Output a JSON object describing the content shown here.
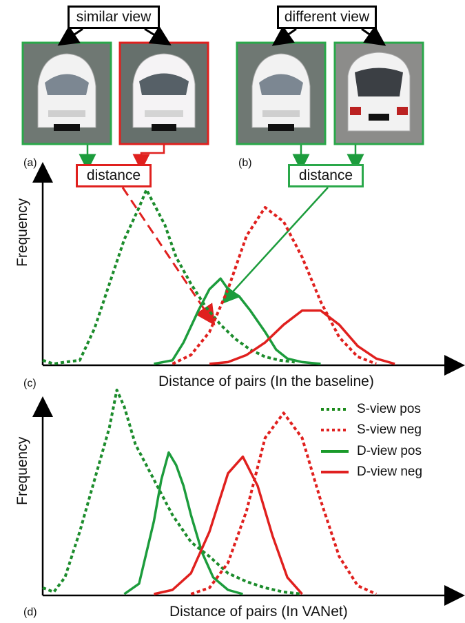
{
  "panel_top": {
    "similar_view_label": "similar view",
    "different_view_label": "different view",
    "distance_label_a": "distance",
    "distance_label_b": "distance",
    "tag_a": "(a)",
    "tag_b": "(b)"
  },
  "chart_c": {
    "tag": "(c)",
    "ylabel": "Frequency",
    "xlabel": "Distance of pairs (In the baseline)"
  },
  "chart_d": {
    "tag": "(d)",
    "ylabel": "Frequency",
    "xlabel": "Distance of pairs (In VANet)"
  },
  "legend": [
    {
      "label": "S-view pos",
      "color": "#1a8a1a",
      "style": "dotted"
    },
    {
      "label": "S-view neg",
      "color": "#e02020",
      "style": "dotted"
    },
    {
      "label": "D-view pos",
      "color": "#1a9a2a",
      "style": "solid"
    },
    {
      "label": "D-view neg",
      "color": "#e02020",
      "style": "solid"
    }
  ],
  "colors": {
    "green": "#1c8c2c",
    "red": "#e0201e",
    "frame_green": "#2aa84a",
    "frame_red": "#e0201e"
  },
  "chart_data": [
    {
      "type": "line",
      "title": "",
      "xlabel": "Distance of pairs (In the baseline)",
      "ylabel": "Frequency",
      "xlim": [
        0,
        1
      ],
      "ylim": [
        0,
        1
      ],
      "grid": false,
      "series": [
        {
          "name": "S-view pos",
          "x": [
            0,
            0.03,
            0.06,
            0.1,
            0.14,
            0.18,
            0.22,
            0.26,
            0.28,
            0.3,
            0.33,
            0.36,
            0.4,
            0.44,
            0.48,
            0.52,
            0.56,
            0.6,
            0.64,
            0.68
          ],
          "y": [
            0.02,
            0.0,
            0.01,
            0.02,
            0.2,
            0.45,
            0.7,
            0.88,
            0.98,
            0.9,
            0.78,
            0.6,
            0.45,
            0.32,
            0.22,
            0.14,
            0.08,
            0.04,
            0.02,
            0.01
          ]
        },
        {
          "name": "S-view neg",
          "x": [
            0.35,
            0.4,
            0.45,
            0.5,
            0.55,
            0.6,
            0.65,
            0.7,
            0.75,
            0.8,
            0.85,
            0.9
          ],
          "y": [
            0.0,
            0.05,
            0.18,
            0.42,
            0.72,
            0.88,
            0.8,
            0.6,
            0.35,
            0.15,
            0.04,
            0.0
          ]
        },
        {
          "name": "D-view pos",
          "x": [
            0.3,
            0.35,
            0.38,
            0.42,
            0.45,
            0.48,
            0.5,
            0.53,
            0.56,
            0.6,
            0.63,
            0.66,
            0.7,
            0.75
          ],
          "y": [
            0.0,
            0.02,
            0.12,
            0.3,
            0.42,
            0.48,
            0.42,
            0.38,
            0.3,
            0.18,
            0.08,
            0.03,
            0.01,
            0.0
          ]
        },
        {
          "name": "D-view neg",
          "x": [
            0.45,
            0.5,
            0.55,
            0.6,
            0.65,
            0.7,
            0.75,
            0.8,
            0.85,
            0.9,
            0.95
          ],
          "y": [
            0.0,
            0.01,
            0.05,
            0.12,
            0.22,
            0.3,
            0.3,
            0.22,
            0.1,
            0.03,
            0.0
          ]
        }
      ]
    },
    {
      "type": "line",
      "title": "",
      "xlabel": "Distance of pairs (In VANet)",
      "ylabel": "Frequency",
      "xlim": [
        0,
        1
      ],
      "ylim": [
        0,
        1
      ],
      "grid": false,
      "series": [
        {
          "name": "S-view pos",
          "x": [
            0,
            0.03,
            0.06,
            0.1,
            0.14,
            0.18,
            0.2,
            0.22,
            0.25,
            0.3,
            0.35,
            0.4,
            0.45,
            0.5,
            0.55,
            0.6,
            0.65,
            0.7
          ],
          "y": [
            0.03,
            0.01,
            0.08,
            0.3,
            0.55,
            0.8,
            0.98,
            0.9,
            0.72,
            0.55,
            0.38,
            0.25,
            0.18,
            0.1,
            0.06,
            0.03,
            0.01,
            0.0
          ]
        },
        {
          "name": "S-view neg",
          "x": [
            0.4,
            0.45,
            0.5,
            0.55,
            0.6,
            0.65,
            0.7,
            0.75,
            0.8,
            0.85,
            0.9
          ],
          "y": [
            0.0,
            0.03,
            0.15,
            0.4,
            0.75,
            0.87,
            0.75,
            0.45,
            0.18,
            0.04,
            0.0
          ]
        },
        {
          "name": "D-view pos",
          "x": [
            0.22,
            0.26,
            0.3,
            0.32,
            0.34,
            0.36,
            0.38,
            0.4,
            0.43,
            0.46,
            0.5,
            0.54
          ],
          "y": [
            0.0,
            0.05,
            0.35,
            0.55,
            0.68,
            0.62,
            0.52,
            0.38,
            0.2,
            0.08,
            0.02,
            0.0
          ]
        },
        {
          "name": "D-view neg",
          "x": [
            0.3,
            0.35,
            0.4,
            0.45,
            0.5,
            0.54,
            0.58,
            0.62,
            0.66,
            0.7
          ],
          "y": [
            0.0,
            0.02,
            0.1,
            0.3,
            0.58,
            0.66,
            0.52,
            0.28,
            0.08,
            0.0
          ]
        }
      ]
    }
  ]
}
